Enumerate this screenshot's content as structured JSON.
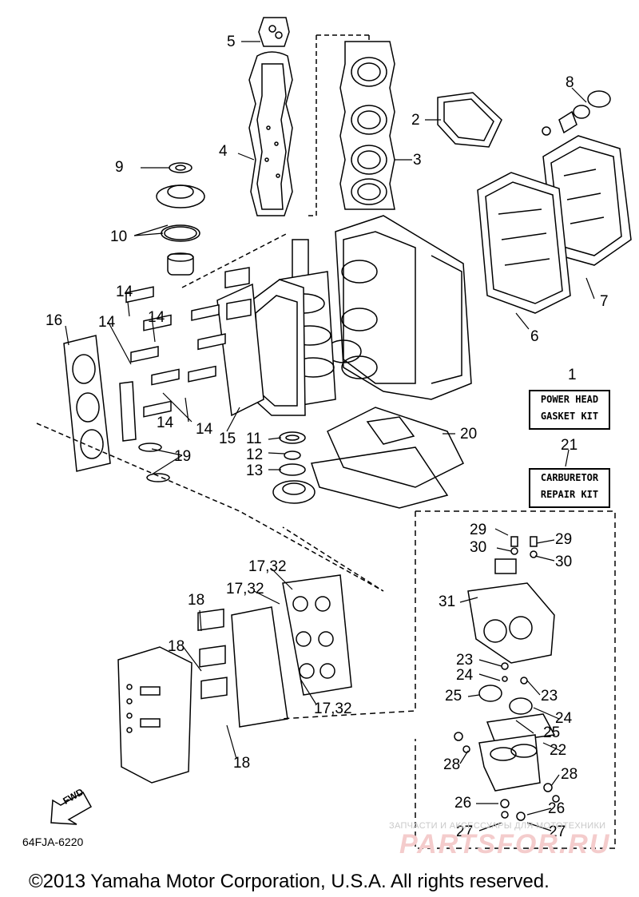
{
  "diagram": {
    "part_labels": [
      "1",
      "2",
      "3",
      "4",
      "5",
      "6",
      "7",
      "8",
      "9",
      "10",
      "11",
      "12",
      "13",
      "14",
      "14",
      "14",
      "14",
      "14",
      "15",
      "16",
      "17,32",
      "17,32",
      "17,32",
      "18",
      "18",
      "18",
      "19",
      "20",
      "21",
      "22",
      "23",
      "23",
      "24",
      "24",
      "25",
      "25",
      "26",
      "26",
      "27",
      "27",
      "28",
      "28",
      "29",
      "29",
      "30",
      "30",
      "31"
    ],
    "kits": {
      "power_head": [
        "POWER HEAD",
        "GASKET KIT"
      ],
      "carburetor": [
        "CARBURETOR",
        "REPAIR KIT"
      ]
    },
    "fwd_label": "FWD",
    "diagram_code": "64FJA-6220",
    "copyright": "©2013 Yamaha Motor Corporation, U.S.A. All rights reserved.",
    "watermark": {
      "small": "ЗАПЧАСТИ И АКСЕССУАРЫ ДЛЯ МОТОТЕХНИКИ",
      "big": "PARTSFOR.RU"
    }
  },
  "colors": {
    "line": "#000000",
    "watermark": "#f4cccc",
    "background": "#ffffff"
  }
}
